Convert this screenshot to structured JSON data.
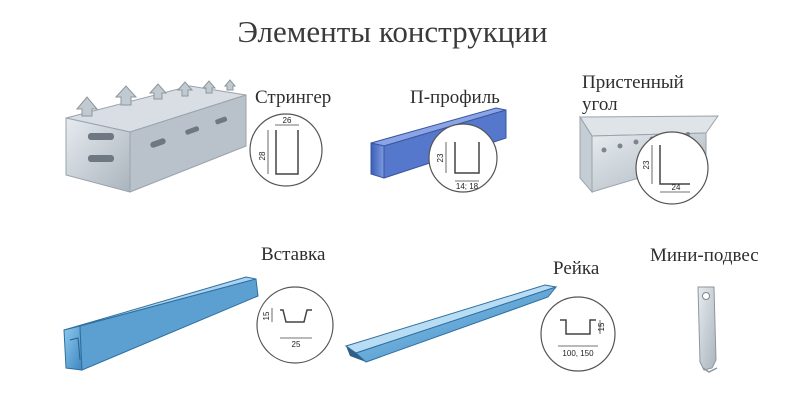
{
  "title": "Элементы конструкции",
  "items": [
    {
      "name": "Стрингер",
      "dims": [
        "26",
        "28"
      ]
    },
    {
      "name": "П-профиль",
      "dims": [
        "23",
        "14; 18"
      ]
    },
    {
      "name_line1": "Пристенный",
      "name_line2": "угол",
      "dims": [
        "23",
        "24"
      ]
    },
    {
      "name": "Вставка",
      "dims": [
        "15",
        "25"
      ]
    },
    {
      "name": "Рейка",
      "dims": [
        "15",
        "100, 150"
      ]
    },
    {
      "name": "Мини-подвес"
    }
  ],
  "colors": {
    "steel": "#c9d0d6",
    "blue_profile": "#4f74c8",
    "blue_panel": "#5fa3d4"
  }
}
